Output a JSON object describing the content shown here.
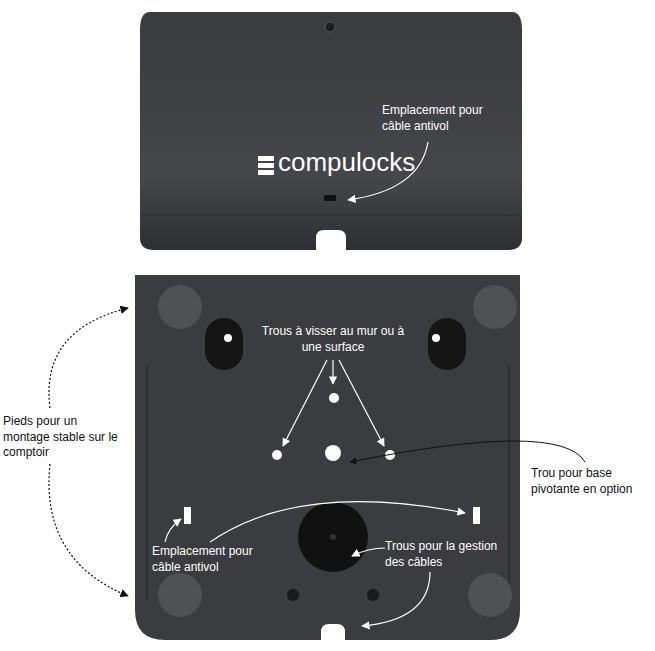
{
  "diagram": {
    "labels": [
      "Emplacement pour câble antivol",
      "compulocks",
      "Trous à visser au mur ou à une surface",
      "Pieds pour un montage stable sur le comptoir",
      "Trou pour base pivotante en option",
      "Emplacement pour câble antivol",
      "Trous pour la gestion des câbles"
    ]
  }
}
